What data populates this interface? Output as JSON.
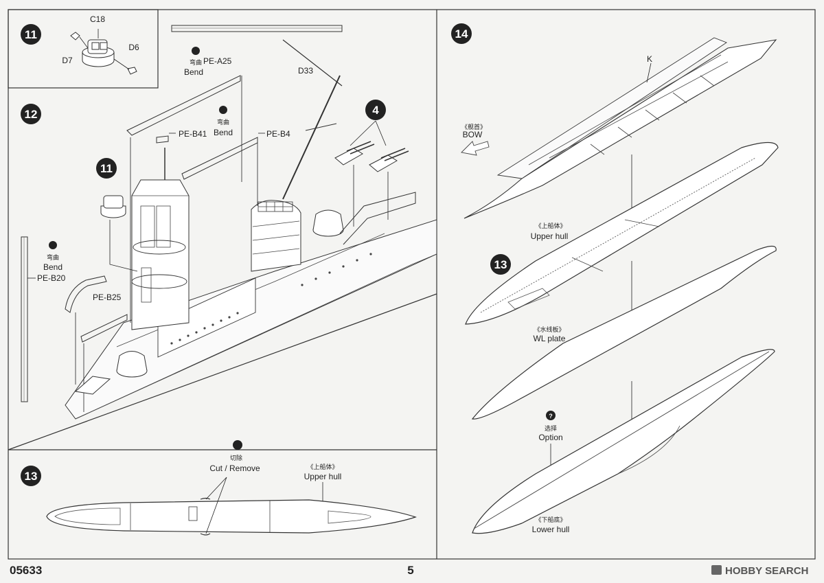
{
  "steps": {
    "s11a": "11",
    "s12": "12",
    "s11b": "11",
    "s4": "4",
    "s14": "14",
    "s13b": "13",
    "s13": "13"
  },
  "parts": {
    "c18": "C18",
    "d7": "D7",
    "d6": "D6",
    "d33": "D33",
    "pe_a25": "PE-A25",
    "pe_b41": "PE-B41",
    "pe_b4": "PE-B4",
    "pe_b20": "PE-B20",
    "pe_b25": "PE-B25",
    "k": "K"
  },
  "notes": {
    "bend_cn": "弯曲",
    "bend_en": "Bend",
    "bow_cn": "《舰首》",
    "bow_en": "BOW",
    "upper_cn": "《上船体》",
    "upper_en": "Upper hull",
    "wl_cn": "《水线板》",
    "wl_en": "WL plate",
    "option_cn": "选择",
    "option_en": "Option",
    "lower_cn": "《下船底》",
    "lower_en": "Lower hull",
    "cut_cn": "切除",
    "cut_en": "Cut / Remove"
  },
  "footer": {
    "code": "05633",
    "page": "5",
    "watermark": "HOBBY SEARCH"
  }
}
